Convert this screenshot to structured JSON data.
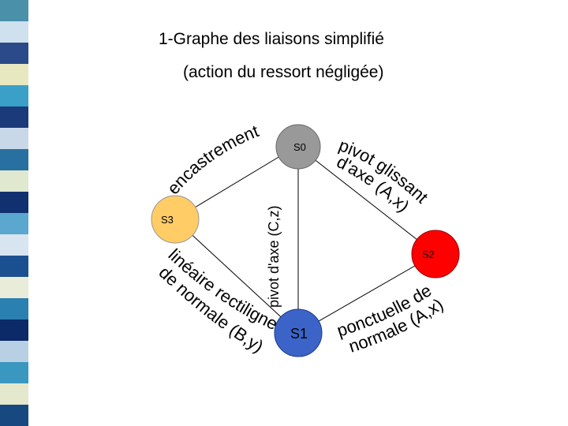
{
  "title": "1-Graphe des liaisons simplifié",
  "subtitle": "(action du ressort négligée)",
  "colors": {
    "S0": "#999999",
    "S1": "#3c64c8",
    "S2": "#ff0000",
    "S3": "#ffcc66",
    "stripe": [
      "#4a90a8",
      "#cfe0ee",
      "#2a4a8a",
      "#e8e8c0",
      "#3aa0c8",
      "#1a3a7a",
      "#c8d8e8",
      "#2870a0",
      "#e0e8d0",
      "#103070",
      "#5aa8d0",
      "#d8e4f0",
      "#1a5090",
      "#e8ecd8",
      "#2a80b0",
      "#0c2a68",
      "#b8d0e4",
      "#3a98c0",
      "#e4e8cc",
      "#184880"
    ]
  },
  "nodes": {
    "s0": "S0",
    "s1": "S1",
    "s2": "S2",
    "s3": "S3"
  },
  "links": {
    "s0_s3": "encastrement",
    "s0_s1": "pivot d'axe (C,z)",
    "s0_s2_line1": "pivot glissant",
    "s0_s2_line2": "d'axe (A,x)",
    "s1_s2_line1": "ponctuelle de",
    "s1_s2_line2": "normale (A,x)",
    "s3_s1_line1": "linéaire rectiligne",
    "s3_s1_line2": "de normale (B,y)"
  }
}
